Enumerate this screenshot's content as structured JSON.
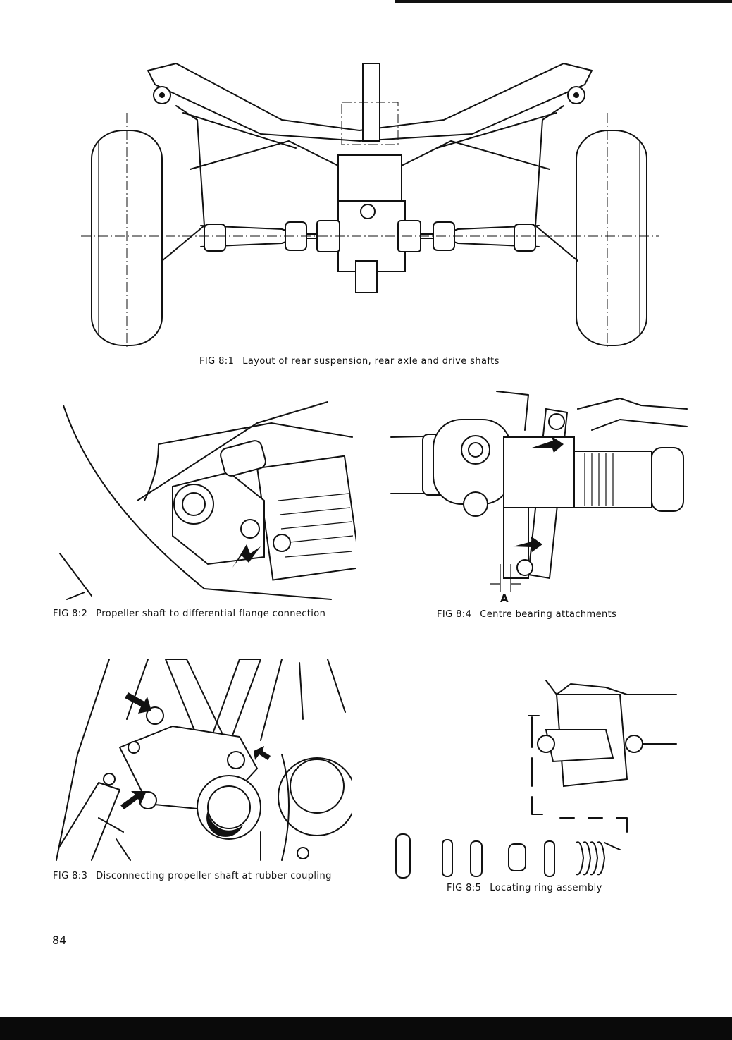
{
  "figures": [
    {
      "id": "fig_8_1",
      "number": "FIG 8:1",
      "caption": "Layout of rear suspension, rear axle and drive shafts"
    },
    {
      "id": "fig_8_2",
      "number": "FIG 8:2",
      "caption": "Propeller shaft to differential flange connection"
    },
    {
      "id": "fig_8_4",
      "number": "FIG 8:4",
      "caption": "Centre bearing attachments",
      "callout": "A"
    },
    {
      "id": "fig_8_3",
      "number": "FIG 8:3",
      "caption": "Disconnecting propeller shaft at rubber coupling"
    },
    {
      "id": "fig_8_5",
      "number": "FIG 8:5",
      "caption": "Locating ring assembly"
    }
  ],
  "page_number": "84"
}
